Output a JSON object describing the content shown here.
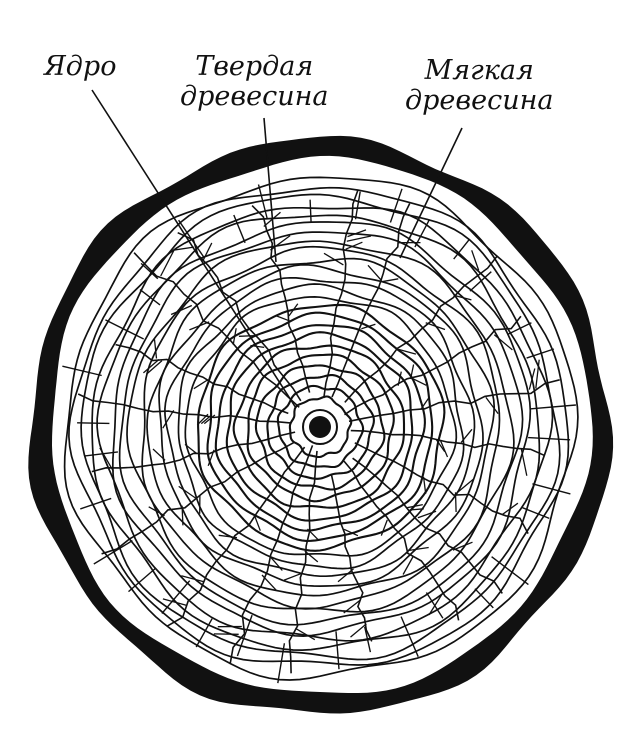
{
  "labels": {
    "core": "Ядро",
    "hard_wood": [
      "Твердая",
      "древесина"
    ],
    "soft_wood": [
      "Мягкая",
      "древесина"
    ]
  },
  "style": {
    "ink": "#111111",
    "paper": "#ffffff"
  },
  "diagram": {
    "ring_count": 24,
    "ray_count": 20,
    "hard_core_rings": 10
  }
}
